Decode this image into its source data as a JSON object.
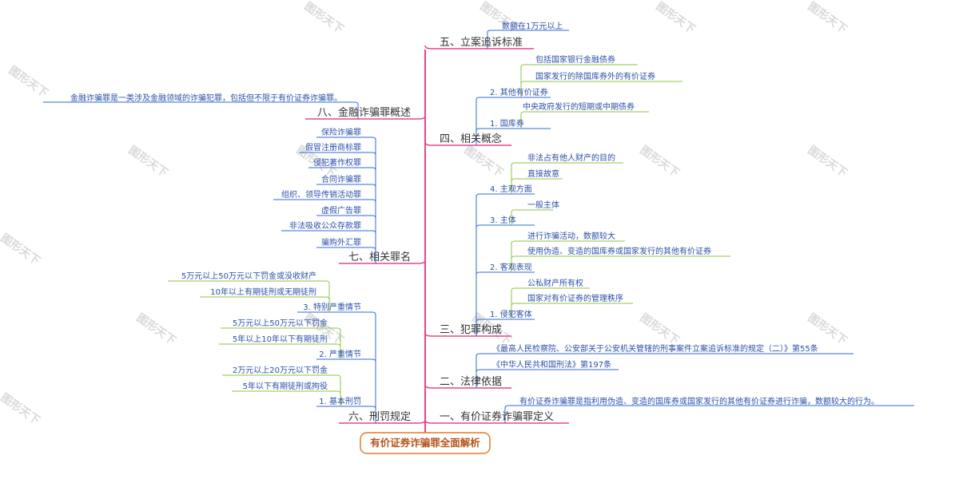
{
  "watermark": "图形天下",
  "center": "有价证券诈骗罪全面解析",
  "right": [
    {
      "label": "五、立案追诉标准",
      "children": [
        {
          "label": "数额在1万元以上"
        }
      ]
    },
    {
      "label": "四、相关概念",
      "children": [
        {
          "label": "2. 其他有价证券",
          "children": [
            "包括国家银行金融债券",
            "国家发行的除国库券外的有价证券"
          ]
        },
        {
          "label": "1. 国库券",
          "children": [
            "中央政府发行的短期或中期债券"
          ]
        }
      ]
    },
    {
      "label": "三、犯罪构成",
      "children": [
        {
          "label": "4. 主观方面",
          "children": [
            "非法占有他人财产的目的",
            "直接故意"
          ]
        },
        {
          "label": "3. 主体",
          "children": [
            "一般主体"
          ]
        },
        {
          "label": "2. 客观表现",
          "children": [
            "进行诈骗活动，数额较大",
            "使用伪造、变造的国库券或国家发行的其他有价证券"
          ]
        },
        {
          "label": "1. 侵犯客体",
          "children": [
            "公私财产所有权",
            "国家对有价证券的管理秩序"
          ]
        }
      ]
    },
    {
      "label": "二、法律依据",
      "children": [
        {
          "label": "《最高人民检察院、公安部关于公安机关管辖的刑事案件立案追诉标准的规定（二）》第55条"
        },
        {
          "label": "《中华人民共和国刑法》第197条"
        }
      ]
    },
    {
      "label": "一、有价证券诈骗罪定义",
      "children": [
        {
          "label": "有价证券诈骗罪是指利用伪造、变造的国库券或国家发行的其他有价证券进行诈骗，数额较大的行为。"
        }
      ]
    }
  ],
  "left": [
    {
      "label": "八、金融诈骗罪概述",
      "children": [
        {
          "label": "金融诈骗罪是一类涉及金融领域的诈骗犯罪，包括但不限于有价证券诈骗罪。"
        }
      ]
    },
    {
      "label": "七、相关罪名",
      "children": [
        {
          "label": "保险诈骗罪"
        },
        {
          "label": "假冒注册商标罪"
        },
        {
          "label": "侵犯著作权罪"
        },
        {
          "label": "合同诈骗罪"
        },
        {
          "label": "组织、领导传销活动罪"
        },
        {
          "label": "虚假广告罪"
        },
        {
          "label": "非法吸收公众存款罪"
        },
        {
          "label": "骗购外汇罪"
        }
      ]
    },
    {
      "label": "六、刑罚规定",
      "children": [
        {
          "label": "3. 特别严重情节",
          "children": [
            "5万元以上50万元以下罚金或没收财产",
            "10年以上有期徒刑或无期徒刑"
          ]
        },
        {
          "label": "2. 严重情节",
          "children": [
            "5万元以上50万元以下罚金",
            "5年以上10年以下有期徒刑"
          ]
        },
        {
          "label": "1. 基本刑罚",
          "children": [
            "2万元以上20万元以下罚金",
            "5年以下有期徒刑或拘役"
          ]
        }
      ]
    }
  ],
  "colors": {
    "trunk": "#e8458b",
    "level2": "#2f6bd6",
    "level3": "#8cc63f",
    "center_border": "#e07b2a",
    "center_text": "#b5541a"
  }
}
